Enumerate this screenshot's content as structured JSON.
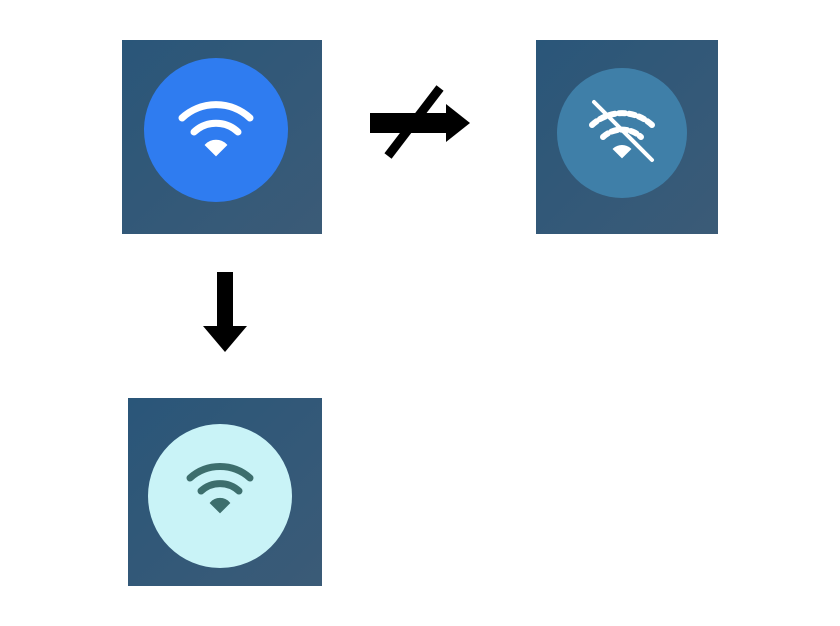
{
  "diagram": {
    "tiles": [
      {
        "state": "wifi-on",
        "icon": "wifi-icon",
        "background": "#2e5a7c",
        "circle_color": "#2f7cf0",
        "icon_color": "#ffffff"
      },
      {
        "state": "wifi-off",
        "icon": "wifi-off-icon",
        "background": "#2e5a7c",
        "circle_color": "#3f7fa8",
        "icon_color": "#ffffff"
      },
      {
        "state": "wifi-light",
        "icon": "wifi-icon",
        "background": "#2e5a7c",
        "circle_color": "#c9f3f7",
        "icon_color": "#3d6e6d"
      }
    ],
    "arrows": [
      {
        "from": "wifi-on",
        "to": "wifi-off",
        "direction": "right",
        "blocked": true,
        "color": "#000000"
      },
      {
        "from": "wifi-on",
        "to": "wifi-light",
        "direction": "down",
        "blocked": false,
        "color": "#000000"
      }
    ]
  }
}
